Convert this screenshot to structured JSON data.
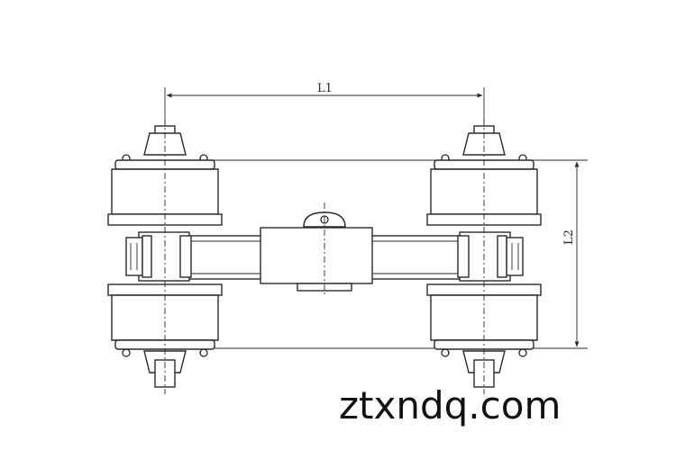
{
  "dimensions": {
    "l1": "L1",
    "l2": "L2"
  },
  "watermark": "ztxndq.com",
  "colors": {
    "line": "#2a2a2a",
    "background": "#ffffff"
  }
}
